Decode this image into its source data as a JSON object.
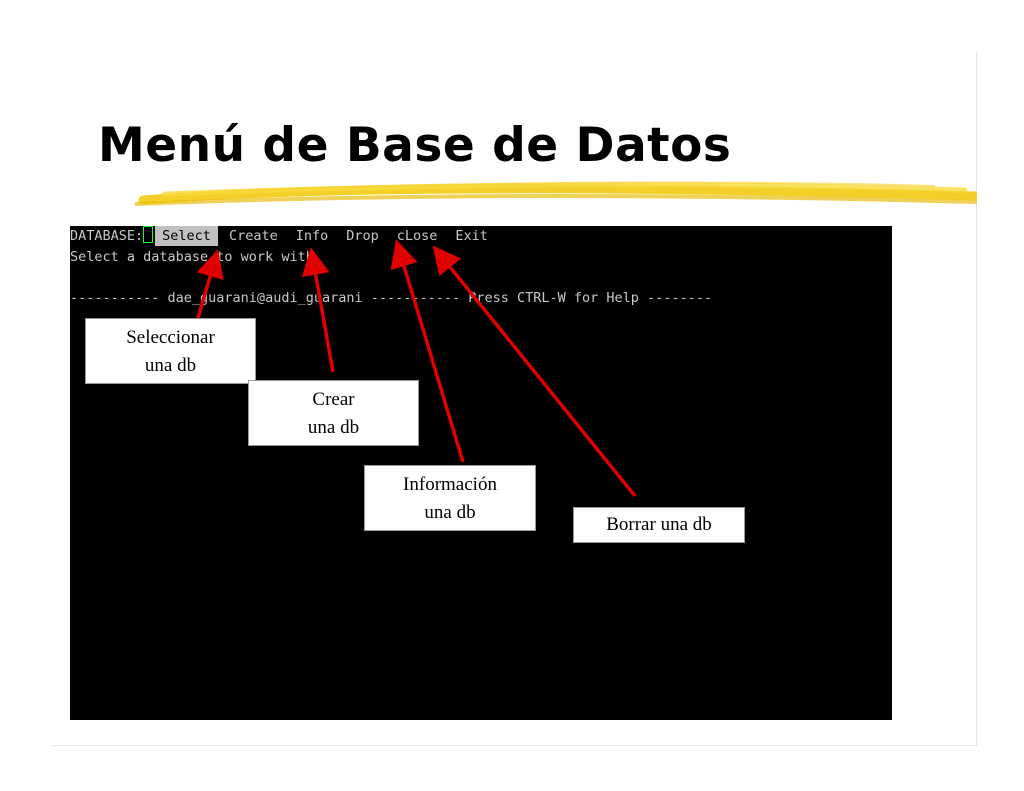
{
  "slide": {
    "title": "Menú de Base de Datos"
  },
  "terminal": {
    "prompt": "DATABASE:",
    "menu": [
      {
        "label": "Select",
        "selected": true
      },
      {
        "label": "Create",
        "selected": false
      },
      {
        "label": "Info",
        "selected": false
      },
      {
        "label": "Drop",
        "selected": false
      },
      {
        "label": "cLose",
        "selected": false
      },
      {
        "label": "Exit",
        "selected": false
      }
    ],
    "description": "Select a database to work with.",
    "status_line": "----------- dae_guarani@audi_guarani ----------- Press CTRL-W for Help --------"
  },
  "callouts": [
    {
      "line1": "Seleccionar",
      "line2": "una db"
    },
    {
      "line1": "Crear",
      "line2": "una db"
    },
    {
      "line1": "Información",
      "line2": "una db"
    },
    {
      "line1": "Borrar una db"
    }
  ],
  "colors": {
    "terminal_bg": "#000000",
    "terminal_text": "#c8c8c8",
    "selected_bg": "#c0c0c0",
    "cursor": "#19ff19",
    "arrow": "#e00000",
    "brush": "#f2cc1c"
  }
}
